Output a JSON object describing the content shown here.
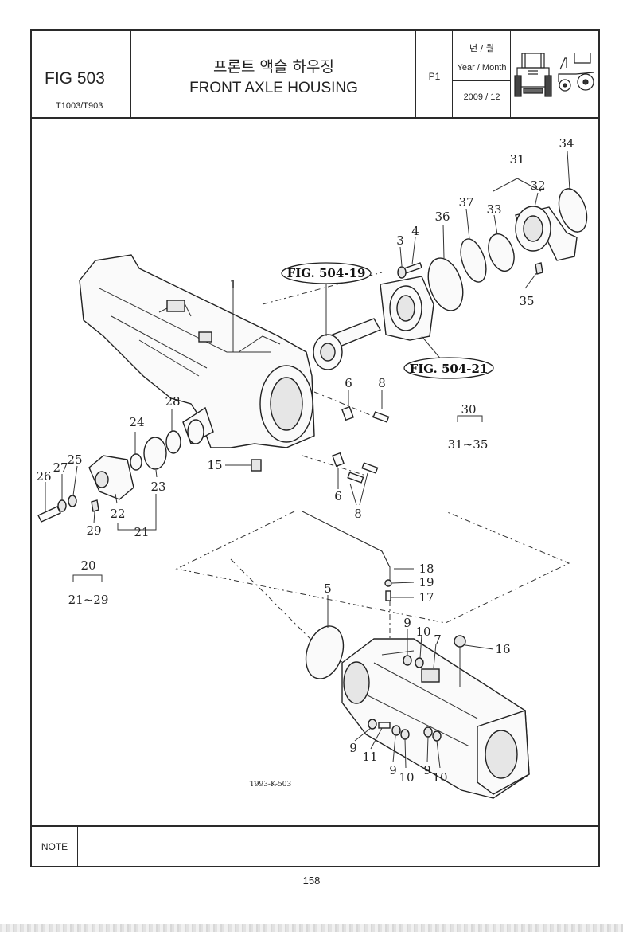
{
  "header": {
    "fig_number": "FIG 503",
    "models": "T1003/T903",
    "title_ko": "프론트 액슬 하우징",
    "title_en": "FRONT AXLE HOUSING",
    "page_code": "P1",
    "year_month_ko": "년 / 월",
    "year_month_en": "Year / Month",
    "date": "2009 / 12"
  },
  "diagram": {
    "code": "T993-K-503",
    "figure_refs": [
      "FIG. 504-19",
      "FIG. 504-21"
    ],
    "labels": [
      "1",
      "3",
      "4",
      "5",
      "6",
      "6",
      "7",
      "8",
      "8",
      "9",
      "9",
      "9",
      "9",
      "10",
      "10",
      "10",
      "11",
      "15",
      "16",
      "17",
      "18",
      "19",
      "20",
      "21~29",
      "21",
      "22",
      "23",
      "24",
      "25",
      "26",
      "27",
      "28",
      "29",
      "30",
      "31~35",
      "31",
      "32",
      "33",
      "34",
      "35",
      "36",
      "37"
    ]
  },
  "footer": {
    "note_label": "NOTE",
    "page_number": "158"
  }
}
